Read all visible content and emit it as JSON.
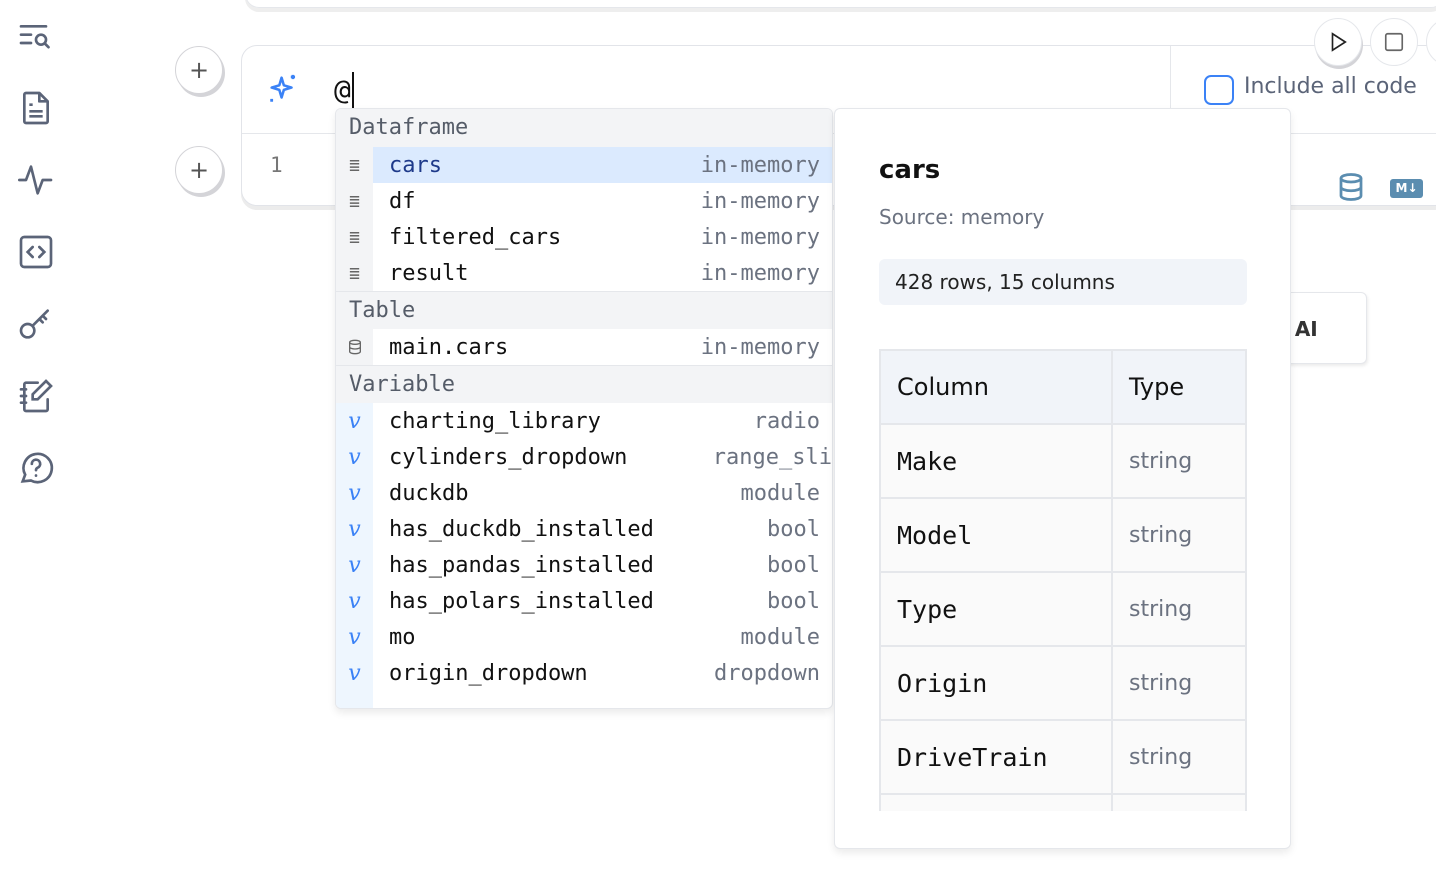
{
  "sidebar": {
    "items": [
      {
        "icon": "list-search-icon"
      },
      {
        "icon": "file-text-icon"
      },
      {
        "icon": "activity-icon"
      },
      {
        "icon": "code-square-icon"
      },
      {
        "icon": "key-icon"
      },
      {
        "icon": "notebook-pen-icon"
      },
      {
        "icon": "help-circle-icon"
      }
    ]
  },
  "cell": {
    "prompt_input": "@",
    "line_number": "1",
    "include_all_code": "Include all code",
    "include_all_code_checked": false,
    "partial_button": "l AI"
  },
  "autocomplete": {
    "sections": [
      {
        "title": "Dataframe",
        "items": [
          {
            "name": "cars",
            "type": "in-memory",
            "selected": true
          },
          {
            "name": "df",
            "type": "in-memory"
          },
          {
            "name": "filtered_cars",
            "type": "in-memory"
          },
          {
            "name": "result",
            "type": "in-memory"
          }
        ]
      },
      {
        "title": "Table",
        "items": [
          {
            "name": "main.cars",
            "type": "in-memory"
          }
        ]
      },
      {
        "title": "Variable",
        "items": [
          {
            "name": "charting_library",
            "type": "radio"
          },
          {
            "name": "cylinders_dropdown",
            "type": "range_sli"
          },
          {
            "name": "duckdb",
            "type": "module"
          },
          {
            "name": "has_duckdb_installed",
            "type": "bool"
          },
          {
            "name": "has_pandas_installed",
            "type": "bool"
          },
          {
            "name": "has_polars_installed",
            "type": "bool"
          },
          {
            "name": "mo",
            "type": "module"
          },
          {
            "name": "origin_dropdown",
            "type": "dropdown"
          }
        ]
      }
    ]
  },
  "info": {
    "title": "cars",
    "source": "Source: memory",
    "stats": "428 rows, 15 columns",
    "headers": [
      "Column",
      "Type"
    ],
    "rows": [
      [
        "Make",
        "string"
      ],
      [
        "Model",
        "string"
      ],
      [
        "Type",
        "string"
      ],
      [
        "Origin",
        "string"
      ],
      [
        "DriveTrain",
        "string"
      ]
    ]
  },
  "colors": {
    "accent": "#3b82f6",
    "selected": "#dbeafe",
    "sidebar_icon": "#5b6478"
  }
}
